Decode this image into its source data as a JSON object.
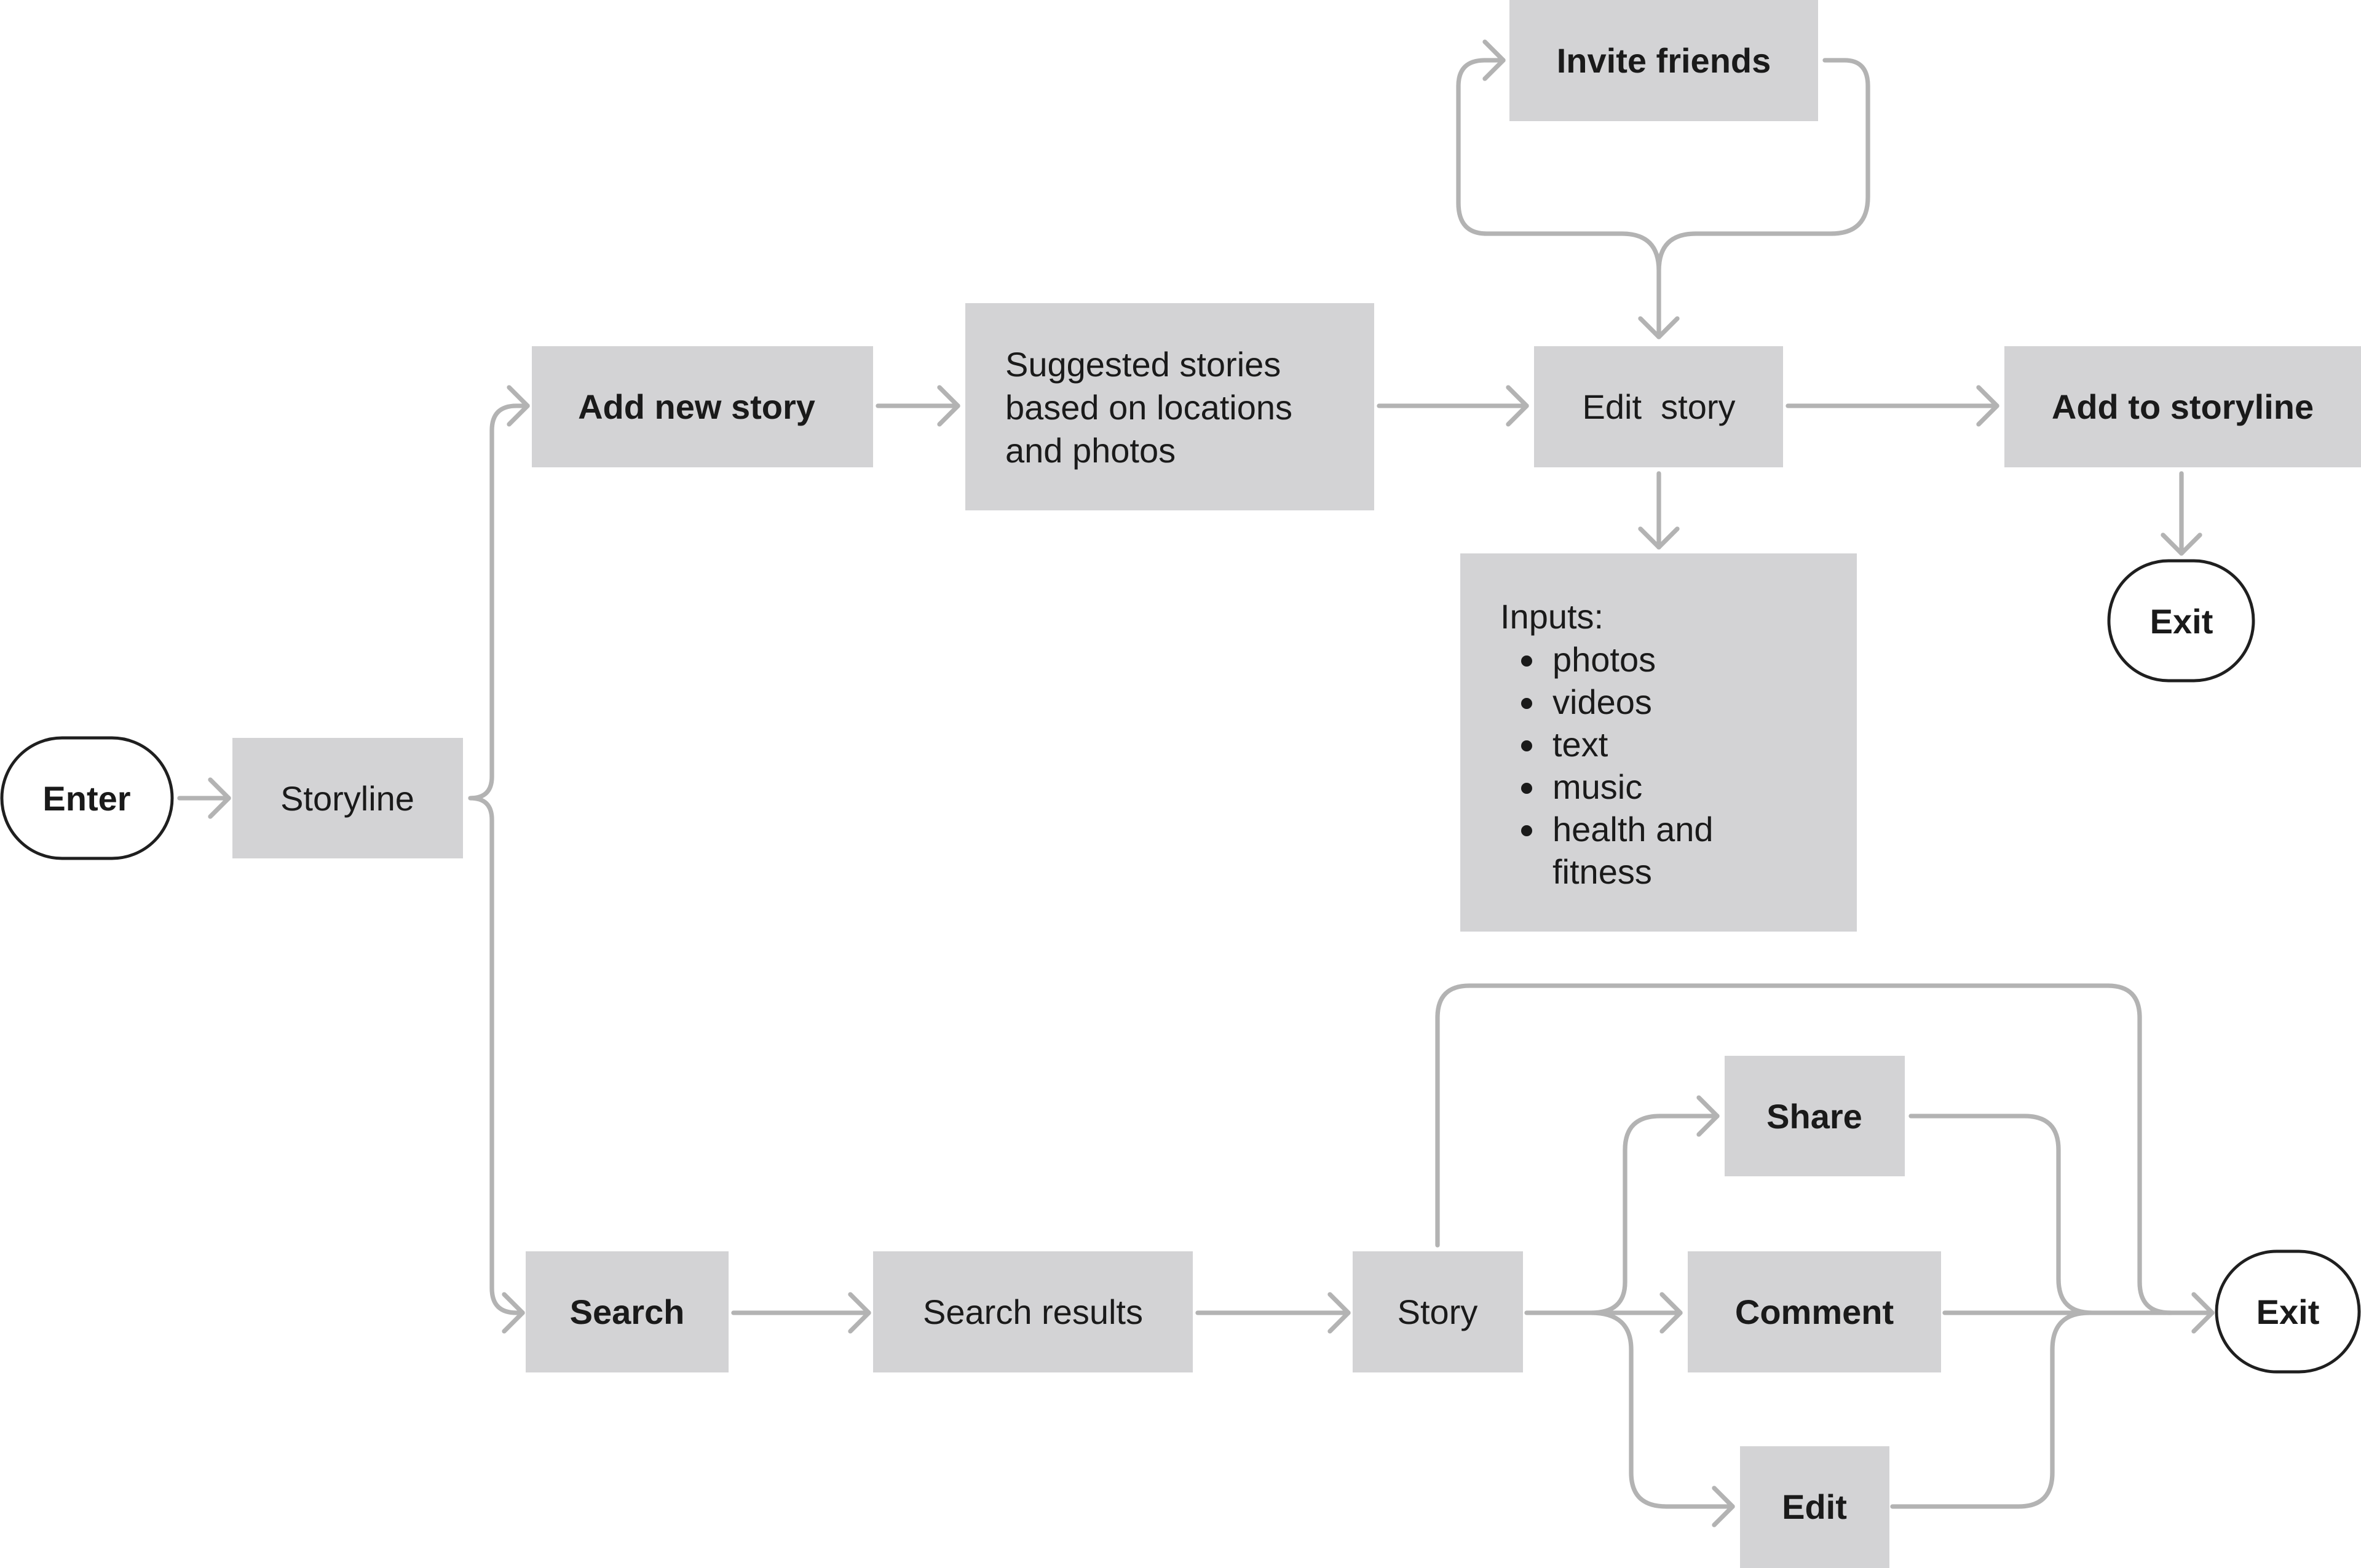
{
  "nodes": {
    "enter": "Enter",
    "storyline": "Storyline",
    "add_new_story": "Add new story",
    "suggested": [
      "Suggested stories",
      "based on locations",
      "and photos"
    ],
    "edit_story": "Edit  story",
    "invite_friends": "Invite friends",
    "add_to_storyline": "Add to storyline",
    "exit_top": "Exit",
    "inputs_title": "Inputs:",
    "inputs": [
      "photos",
      "videos",
      "text",
      "music",
      "health and",
      "fitness"
    ],
    "search": "Search",
    "search_results": "Search results",
    "story": "Story",
    "share": "Share",
    "comment": "Comment",
    "edit": "Edit",
    "exit_bottom": "Exit"
  },
  "colors": {
    "box_fill": "#d3d3d5",
    "connector": "#b3b3b3",
    "text": "#1a1a1a",
    "terminal_stroke": "#1f1f1f"
  }
}
